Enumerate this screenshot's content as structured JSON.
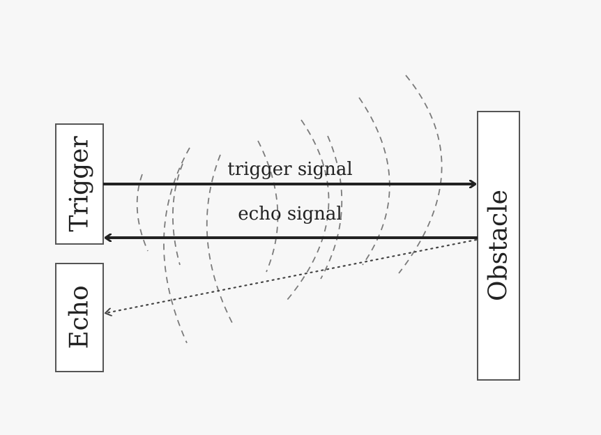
{
  "boxes": {
    "trigger": "Trigger",
    "echo": "Echo",
    "obstacle": "Obstacle"
  },
  "arrows": {
    "trigger_signal": "trigger signal",
    "echo_signal": "echo signal"
  },
  "colors": {
    "background": "#f7f7f7",
    "stroke": "#222222",
    "wave": "#7a7a7a"
  }
}
